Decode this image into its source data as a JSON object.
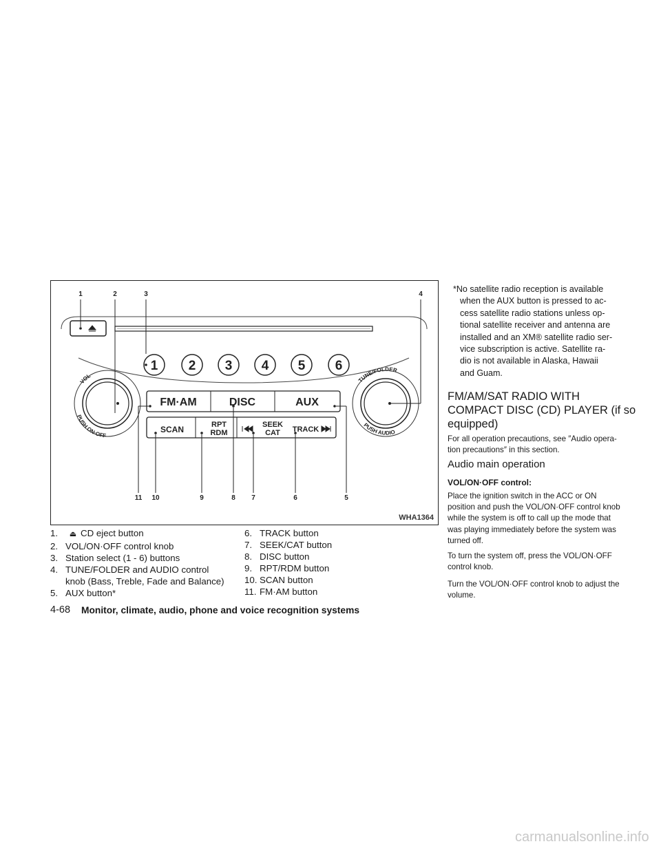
{
  "figure": {
    "code": "WHA1364",
    "callouts": [
      "1",
      "2",
      "3",
      "4",
      "5",
      "6",
      "7",
      "8",
      "9",
      "10",
      "11"
    ],
    "preset_buttons": [
      "1",
      "2",
      "3",
      "4",
      "5",
      "6"
    ],
    "mode_buttons": [
      "FM·AM",
      "DISC",
      "AUX"
    ],
    "scan_label": "SCAN",
    "rpt_label": "RPT",
    "rdm_label": "RDM",
    "seek_label": "SEEK",
    "cat_label": "CAT",
    "track_label": "TRACK",
    "vol_label": "VOL",
    "push_onoff_label": "PUSH ON·OFF",
    "tune_folder_label": "TUNE/FOLDER",
    "push_audio_label": "PUSH AUDIO"
  },
  "captions": {
    "left": [
      {
        "num": "1.",
        "text": "CD eject button"
      },
      {
        "num": "2.",
        "text": "VOL/ON·OFF control knob"
      },
      {
        "num": "3.",
        "text": "Station select (1 - 6) buttons"
      },
      {
        "num": "4.",
        "text": "TUNE/FOLDER and AUDIO control"
      },
      {
        "num": "",
        "text": "knob (Bass, Treble, Fade and Balance)"
      },
      {
        "num": "5.",
        "text": "AUX button*"
      }
    ],
    "right": [
      {
        "num": "6.",
        "text": "TRACK button"
      },
      {
        "num": "7.",
        "text": "SEEK/CAT button"
      },
      {
        "num": "8.",
        "text": "DISC button"
      },
      {
        "num": "9.",
        "text": "RPT/RDM button"
      },
      {
        "num": "10.",
        "text": "SCAN button"
      },
      {
        "num": "11.",
        "text": "FM·AM button"
      }
    ]
  },
  "note": {
    "lines": [
      "*No satellite radio reception is available",
      "when the AUX button is pressed to ac-",
      "cess satellite radio stations unless op-",
      "tional satellite receiver and antenna are",
      "installed and an XM® satellite radio ser-",
      "vice subscription is active. Satellite ra-",
      "dio is not available in Alaska, Hawaii",
      "and Guam."
    ]
  },
  "section": {
    "title_lines": [
      "FM/AM/SAT RADIO WITH",
      "COMPACT DISC (CD) PLAYER (if so",
      "equipped)"
    ],
    "precaution_lines": [
      "For all operation precautions, see ″Audio opera-",
      "tion precautions″ in this section."
    ],
    "subheading": "Audio main operation",
    "control_heading": "VOL/ON·OFF control:",
    "para1_lines": [
      "Place the ignition switch in the ACC or ON",
      "position and push the VOL/ON·OFF control knob",
      "while the system is off to call up the mode that",
      "was playing immediately before the system was",
      "turned off."
    ],
    "para2_lines": [
      "To turn the system off, press the VOL/ON·OFF",
      "control knob."
    ],
    "para3_lines": [
      "Turn the VOL/ON·OFF control knob to adjust the",
      "volume."
    ]
  },
  "footer": {
    "page": "4-68",
    "title": "Monitor, climate, audio, phone and voice recognition systems"
  },
  "watermark": "carmanualsonline.info"
}
